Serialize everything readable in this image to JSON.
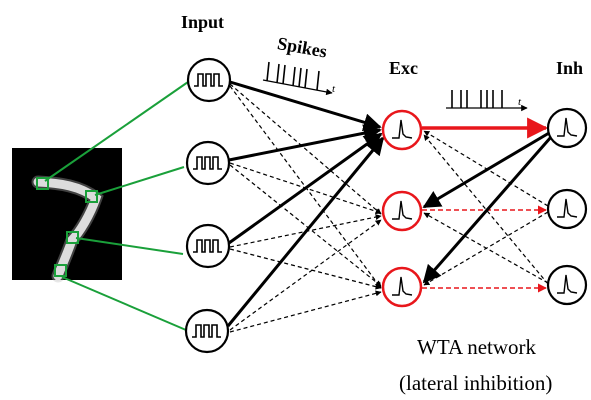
{
  "labels": {
    "input": "Input",
    "spikes": "Spikes",
    "time_axis": "t",
    "exc": "Exc",
    "inh": "Inh",
    "caption_line1": "WTA network",
    "caption_line2": "(lateral inhibition)"
  },
  "colors": {
    "green": "#1aa03a",
    "red": "#e8161b",
    "black": "#000000"
  },
  "icons": {
    "input_neuron": "square-pulse-train-icon",
    "exc_neuron": "spike-icon",
    "inh_neuron": "spike-icon",
    "digit_image": "handwritten-seven"
  }
}
